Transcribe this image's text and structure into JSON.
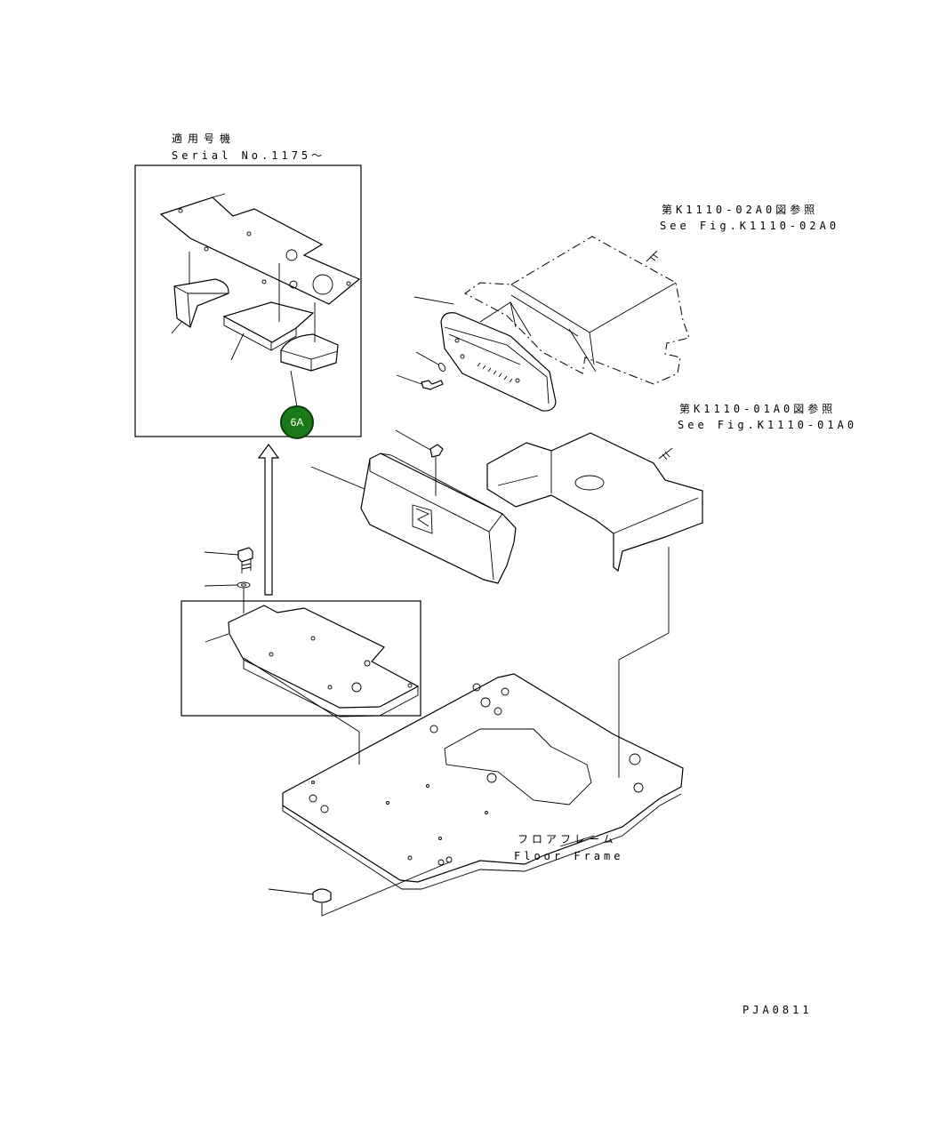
{
  "inset": {
    "title_jp": "適用号機",
    "title_en": "Serial No.1175～"
  },
  "refs": {
    "fig_02_jp": "第K1110-02A0図参照",
    "fig_02_en": "See Fig.K1110-02A0",
    "fig_01_jp": "第K1110-01A0図参照",
    "fig_01_en": "See Fig.K1110-01A0"
  },
  "floor": {
    "name_jp": "フロアフレーム",
    "name_en": "Floor Frame"
  },
  "badge": {
    "label": "6A",
    "color": "#1a7a1a"
  },
  "drawing_code": "PJA0811"
}
